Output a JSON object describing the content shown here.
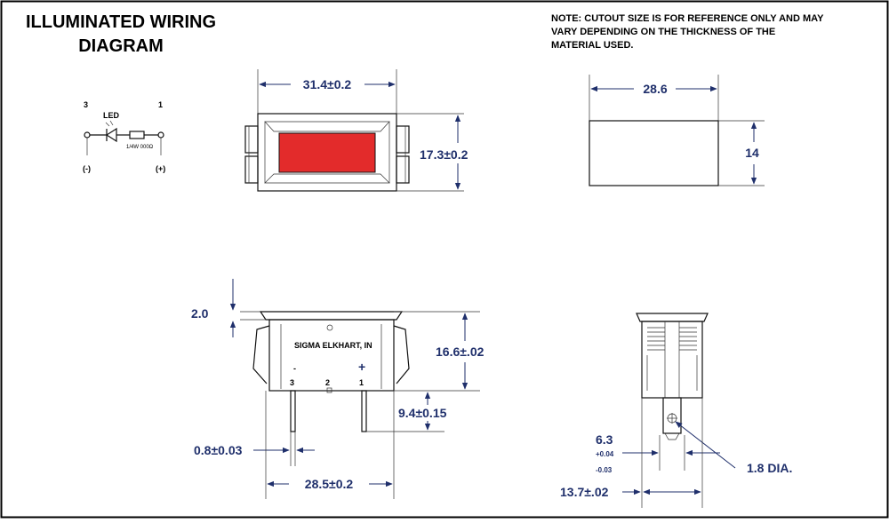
{
  "title_line1": "ILLUMINATED WIRING",
  "title_line2": "DIAGRAM",
  "note_lines": [
    "NOTE: CUTOUT SIZE IS FOR REFERENCE ONLY AND MAY",
    "VARY DEPENDING ON THE THICKNESS OF THE",
    "MATERIAL USED."
  ],
  "wiring": {
    "pin_left": "3",
    "pin_right": "1",
    "led_label": "LED",
    "resistor_label": "1/4W 000Ω",
    "polarity_left": "(-)",
    "polarity_right": "(+)"
  },
  "front_view": {
    "width_dim": "31.4±0.2",
    "height_dim": "17.3±0.2",
    "lens_color": "#e32b2b"
  },
  "cutout": {
    "width_dim": "28.6",
    "height_dim": "14"
  },
  "side_view": {
    "flange_dim": "2.0",
    "body_height_dim": "16.6±.02",
    "terminal_length_dim": "9.4±0.15",
    "terminal_thickness_dim": "0.8±0.03",
    "terminal_span_dim": "28.5±0.2",
    "brand_text": "SIGMA ELKHART, IN",
    "minus_sign": "-",
    "plus_sign": "+",
    "pin3": "3",
    "pin2": "2",
    "pin1": "1"
  },
  "end_view": {
    "terminal_width_dim": "6.3",
    "tol_plus": "+0.04",
    "tol_minus": "-0.03",
    "hole_dim": "1.8 DIA.",
    "depth_dim": "13.7±.02"
  }
}
